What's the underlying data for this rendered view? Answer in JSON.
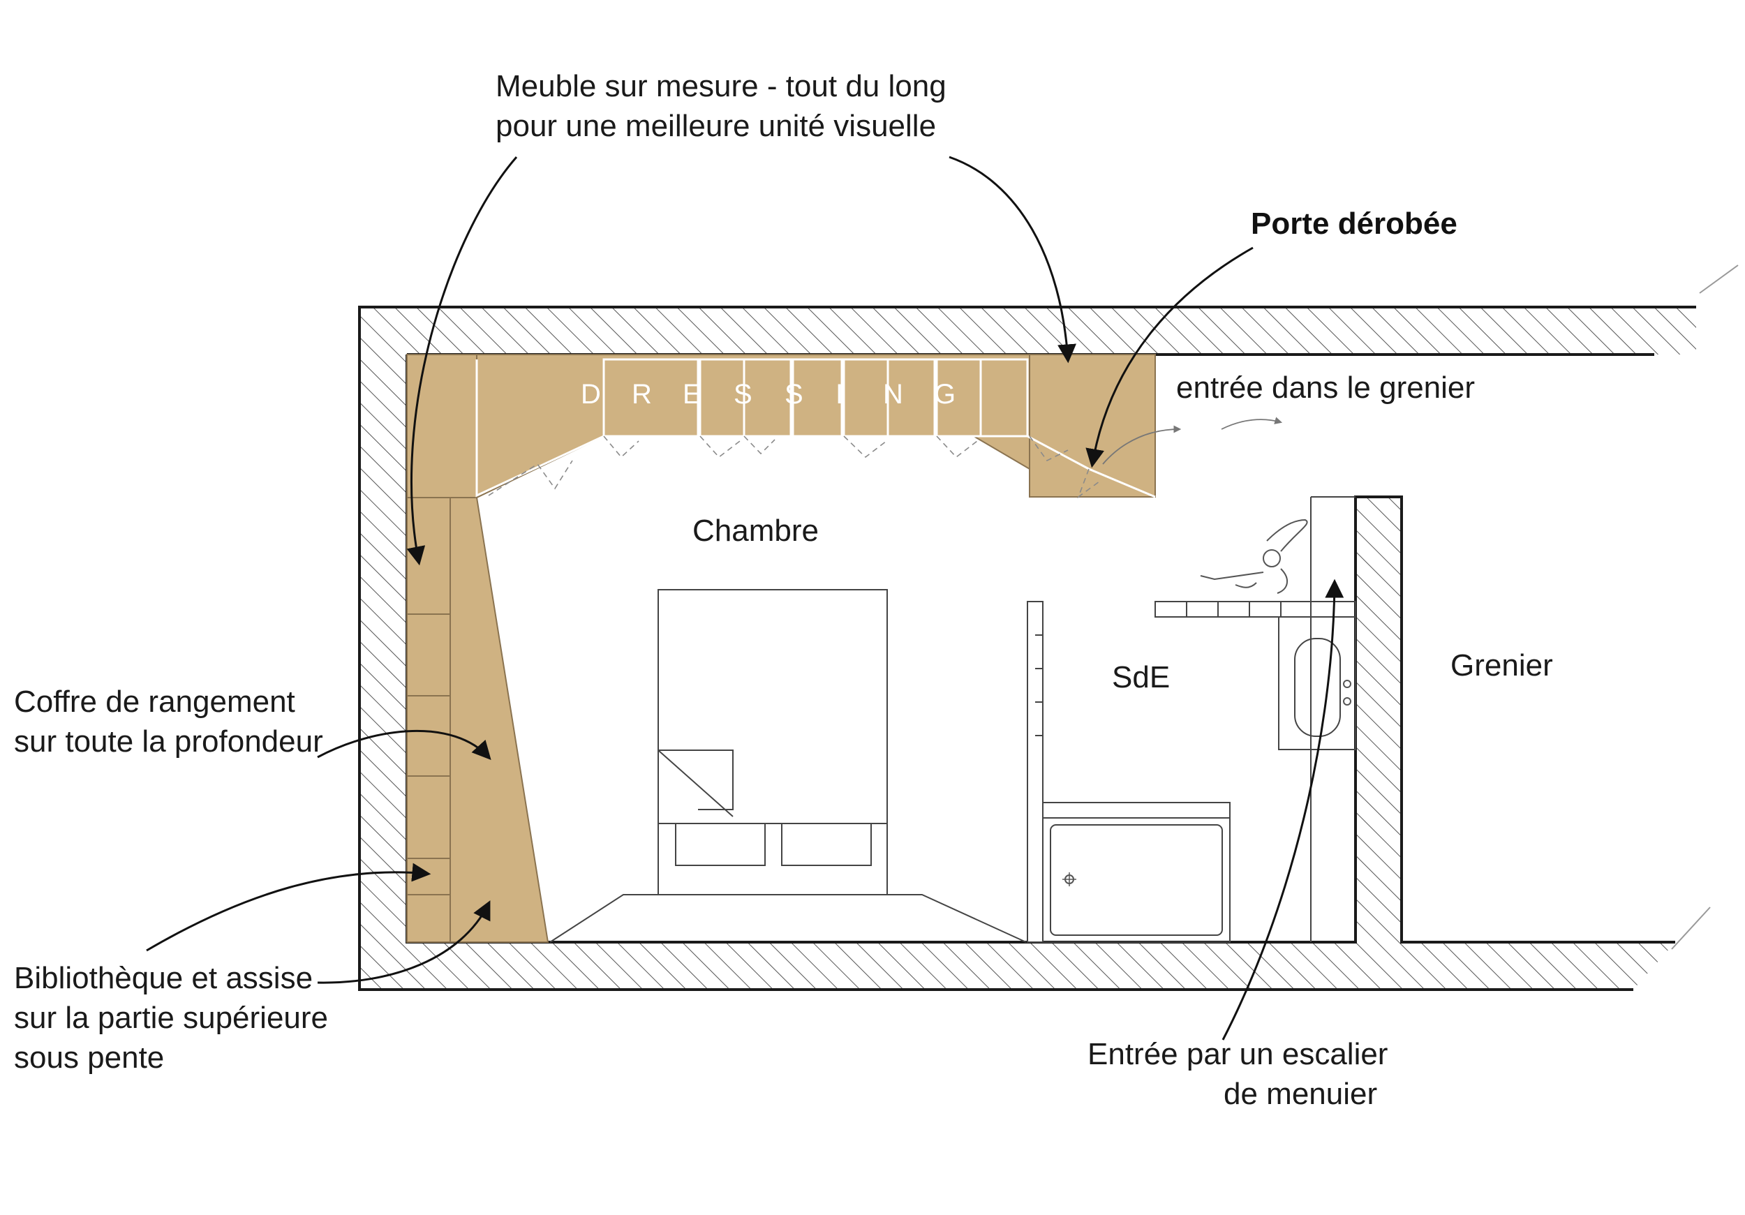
{
  "colors": {
    "wood": "#cfb282",
    "wood_dark": "#b9965f",
    "wall_outline": "#1a1a1a",
    "hatch": "#555555",
    "annotation": "#111111"
  },
  "rooms": {
    "chambre": "Chambre",
    "sde": "SdE",
    "grenier": "Grenier"
  },
  "furniture": {
    "dressing_letters": [
      "D",
      "R",
      "E",
      "S",
      "S",
      "I",
      "N",
      "G"
    ]
  },
  "annotations": {
    "meuble": [
      "Meuble sur mesure - tout du long",
      "pour une meilleure unité visuelle"
    ],
    "porte": "Porte dérobée",
    "entree_grenier": "entrée dans le grenier",
    "coffre": [
      "Coffre de rangement",
      "sur toute la profondeur"
    ],
    "bibliotheque": [
      "Bibliothèque et assise",
      "sur la partie supérieure",
      "sous pente"
    ],
    "escalier": [
      "Entrée par un escalier",
      "de menuier"
    ]
  }
}
